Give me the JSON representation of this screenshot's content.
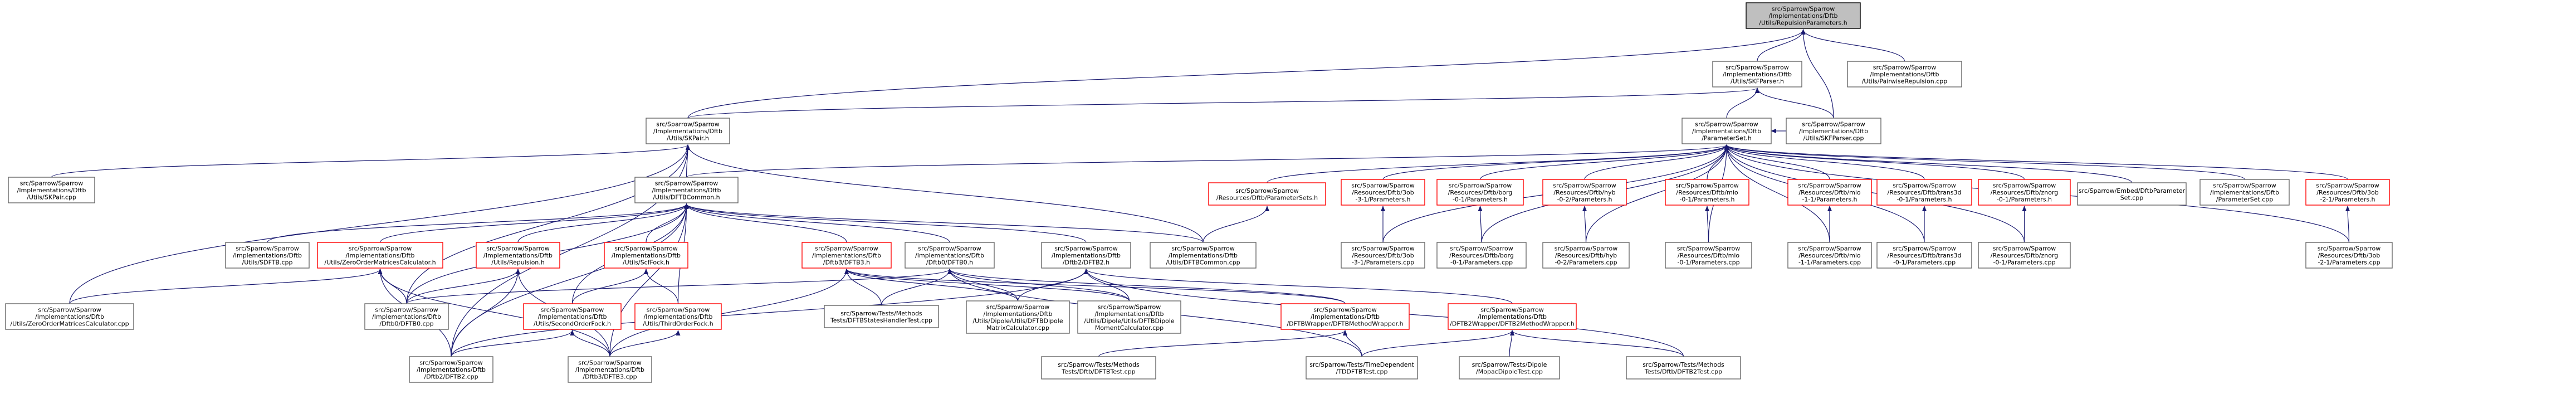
{
  "diagram": {
    "nodes": [
      {
        "id": "root",
        "lines": [
          "src/Sparrow/Sparrow",
          "/Implementations/Dftb",
          "/Utils/RepulsionParameters.h"
        ],
        "style": "root"
      },
      {
        "id": "skfparser_h",
        "lines": [
          "src/Sparrow/Sparrow",
          "/Implementations/Dftb",
          "/Utils/SKFParser.h"
        ],
        "style": "normal"
      },
      {
        "id": "pairwise_cpp",
        "lines": [
          "src/Sparrow/Sparrow",
          "/Implementations/Dftb",
          "/Utils/PairwiseRepulsion.cpp"
        ],
        "style": "normal"
      },
      {
        "id": "skpair_h",
        "lines": [
          "src/Sparrow/Sparrow",
          "/Implementations/Dftb",
          "/Utils/SKPair.h"
        ],
        "style": "normal"
      },
      {
        "id": "paramset_h",
        "lines": [
          "src/Sparrow/Sparrow",
          "/Implementations/Dftb",
          "/ParameterSet.h"
        ],
        "style": "normal"
      },
      {
        "id": "skfparser_cpp",
        "lines": [
          "src/Sparrow/Sparrow",
          "/Implementations/Dftb",
          "/Utils/SKFParser.cpp"
        ],
        "style": "normal"
      },
      {
        "id": "skpair_cpp",
        "lines": [
          "src/Sparrow/Sparrow",
          "/Implementations/Dftb",
          "/Utils/SKPair.cpp"
        ],
        "style": "normal"
      },
      {
        "id": "dftbcommon_h",
        "lines": [
          "src/Sparrow/Sparrow",
          "/Implementations/Dftb",
          "/Utils/DFTBCommon.h"
        ],
        "style": "normal"
      },
      {
        "id": "res_paramsets_h",
        "lines": [
          "src/Sparrow/Sparrow",
          "/Resources/Dftb/ParameterSets.h"
        ],
        "style": "red"
      },
      {
        "id": "mio31_h",
        "lines": [
          "src/Sparrow/Sparrow",
          "/Resources/Dftb/3ob",
          "-3-1/Parameters.h"
        ],
        "style": "red"
      },
      {
        "id": "borg01_h",
        "lines": [
          "src/Sparrow/Sparrow",
          "/Resources/Dftb/borg",
          "-0-1/Parameters.h"
        ],
        "style": "red"
      },
      {
        "id": "hyb02_h",
        "lines": [
          "src/Sparrow/Sparrow",
          "/Resources/Dftb/hyb",
          "-0-2/Parameters.h"
        ],
        "style": "red"
      },
      {
        "id": "mio01_h",
        "lines": [
          "src/Sparrow/Sparrow",
          "/Resources/Dftb/mio",
          "-0-1/Parameters.h"
        ],
        "style": "red"
      },
      {
        "id": "mio11_h",
        "lines": [
          "src/Sparrow/Sparrow",
          "/Resources/Dftb/mio",
          "-1-1/Parameters.h"
        ],
        "style": "red"
      },
      {
        "id": "trans01_h",
        "lines": [
          "src/Sparrow/Sparrow",
          "/Resources/Dftb/trans3d",
          "-0-1/Parameters.h"
        ],
        "style": "red"
      },
      {
        "id": "znorg01_h",
        "lines": [
          "src/Sparrow/Sparrow",
          "/Resources/Dftb/znorg",
          "-0-1/Parameters.h"
        ],
        "style": "red"
      },
      {
        "id": "embed_cpp",
        "lines": [
          "src/Sparrow/Embed/DftbParameter",
          "Set.cpp"
        ],
        "style": "normal"
      },
      {
        "id": "paramset_cpp",
        "lines": [
          "src/Sparrow/Sparrow",
          "/Implementations/Dftb",
          "/ParameterSet.cpp"
        ],
        "style": "normal"
      },
      {
        "id": "ob21_h",
        "lines": [
          "src/Sparrow/Sparrow",
          "/Resources/Dftb/3ob",
          "-2-1/Parameters.h"
        ],
        "style": "red"
      },
      {
        "id": "skpair_cpp_src",
        "lines": [
          "src/Sparrow/Sparrow",
          "/Implementations/Dftb",
          "/Utils/SKPair.cpp"
        ],
        "style": "normal"
      },
      {
        "id": "sdftb_cpp",
        "lines": [
          "src/Sparrow/Sparrow",
          "/Implementations/Dftb",
          "/Utils/SDFTB.cpp"
        ],
        "style": "normal"
      },
      {
        "id": "zeroorder_h",
        "lines": [
          "src/Sparrow/Sparrow",
          "/Implementations/Dftb",
          "/Utils/ZeroOrderMatricesCalculator.h"
        ],
        "style": "red"
      },
      {
        "id": "repulsion_h",
        "lines": [
          "src/Sparrow/Sparrow",
          "/Implementations/Dftb",
          "/Utils/Repulsion.h"
        ],
        "style": "red"
      },
      {
        "id": "scffock_h",
        "lines": [
          "src/Sparrow/Sparrow",
          "/Implementations/Dftb",
          "/Utils/ScfFock.h"
        ],
        "style": "red"
      },
      {
        "id": "dftb3_h",
        "lines": [
          "src/Sparrow/Sparrow",
          "/Implementations/Dftb",
          "/Dftb3/DFTB3.h"
        ],
        "style": "red"
      },
      {
        "id": "dftb0_h",
        "lines": [
          "src/Sparrow/Sparrow",
          "/Implementations/Dftb",
          "/Dftb0/DFTB0.h"
        ],
        "style": "normal"
      },
      {
        "id": "dftb2_h",
        "lines": [
          "src/Sparrow/Sparrow",
          "/Implementations/Dftb",
          "/Dftb2/DFTB2.h"
        ],
        "style": "normal"
      },
      {
        "id": "dftbcommon_cpp",
        "lines": [
          "src/Sparrow/Sparrow",
          "/Implementations/Dftb",
          "/Utils/DFTBCommon.cpp"
        ],
        "style": "normal"
      },
      {
        "id": "mio31_cpp",
        "lines": [
          "src/Sparrow/Sparrow",
          "/Resources/Dftb/3ob",
          "-3-1/Parameters.cpp"
        ],
        "style": "normal"
      },
      {
        "id": "borg01_cpp",
        "lines": [
          "src/Sparrow/Sparrow",
          "/Resources/Dftb/borg",
          "-0-1/Parameters.cpp"
        ],
        "style": "normal"
      },
      {
        "id": "hyb02_cpp",
        "lines": [
          "src/Sparrow/Sparrow",
          "/Resources/Dftb/hyb",
          "-0-2/Parameters.cpp"
        ],
        "style": "normal"
      },
      {
        "id": "mio01_cpp",
        "lines": [
          "src/Sparrow/Sparrow",
          "/Resources/Dftb/mio",
          "-0-1/Parameters.cpp"
        ],
        "style": "normal"
      },
      {
        "id": "mio11_cpp",
        "lines": [
          "src/Sparrow/Sparrow",
          "/Resources/Dftb/mio",
          "-1-1/Parameters.cpp"
        ],
        "style": "normal"
      },
      {
        "id": "trans01_cpp",
        "lines": [
          "src/Sparrow/Sparrow",
          "/Resources/Dftb/trans3d",
          "-0-1/Parameters.cpp"
        ],
        "style": "normal"
      },
      {
        "id": "znorg01_cpp",
        "lines": [
          "src/Sparrow/Sparrow",
          "/Resources/Dftb/znorg",
          "-0-1/Parameters.cpp"
        ],
        "style": "normal"
      },
      {
        "id": "ob21_cpp",
        "lines": [
          "src/Sparrow/Sparrow",
          "/Resources/Dftb/3ob",
          "-2-1/Parameters.cpp"
        ],
        "style": "normal"
      },
      {
        "id": "zeroorder_cpp",
        "lines": [
          "src/Sparrow/Sparrow",
          "/Implementations/Dftb",
          "/Utils/ZeroOrderMatricesCalculator.cpp"
        ],
        "style": "normal"
      },
      {
        "id": "dftb0_cpp",
        "lines": [
          "src/Sparrow/Sparrow",
          "/Implementations/Dftb",
          "/Dftb0/DFTB0.cpp"
        ],
        "style": "normal"
      },
      {
        "id": "second_h",
        "lines": [
          "src/Sparrow/Sparrow",
          "/Implementations/Dftb",
          "/Utils/SecondOrderFock.h"
        ],
        "style": "red"
      },
      {
        "id": "third_h",
        "lines": [
          "src/Sparrow/Sparrow",
          "/Implementations/Dftb",
          "/Utils/ThirdOrderFock.h"
        ],
        "style": "red"
      },
      {
        "id": "states_cpp",
        "lines": [
          "src/Sparrow/Tests/Methods",
          "Tests/DFTBStatesHandlerTest.cpp"
        ],
        "style": "normal"
      },
      {
        "id": "dipmat_cpp",
        "lines": [
          "src/Sparrow/Sparrow",
          "/Implementations/Dftb",
          "/Utils/Dipole/Utils/DFTBDipole",
          "MatrixCalculator.cpp"
        ],
        "style": "normal"
      },
      {
        "id": "dipmom_cpp",
        "lines": [
          "src/Sparrow/Sparrow",
          "/Implementations/Dftb",
          "/Utils/Dipole/Utils/DFTBDipole",
          "MomentCalculator.cpp"
        ],
        "style": "normal"
      },
      {
        "id": "methwrap_h",
        "lines": [
          "src/Sparrow/Sparrow",
          "/Implementations/Dftb",
          "/DFTBWrapper/DFTBMethodWrapper.h"
        ],
        "style": "red"
      },
      {
        "id": "dftb2wrap_h",
        "lines": [
          "src/Sparrow/Sparrow",
          "/Implementations/Dftb",
          "/DFTB2Wrapper/DFTB2MethodWrapper.h"
        ],
        "style": "red"
      },
      {
        "id": "dftb2_cpp",
        "lines": [
          "src/Sparrow/Sparrow",
          "/Implementations/Dftb",
          "/Dftb2/DFTB2.cpp"
        ],
        "style": "normal"
      },
      {
        "id": "dftb3_cpp",
        "lines": [
          "src/Sparrow/Sparrow",
          "/Implementations/Dftb",
          "/Dftb3/DFTB3.cpp"
        ],
        "style": "normal"
      },
      {
        "id": "dftbtest_cpp",
        "lines": [
          "src/Sparrow/Tests/Methods",
          "Tests/Dftb/DFTBTest.cpp"
        ],
        "style": "normal"
      },
      {
        "id": "tddftb_cpp",
        "lines": [
          "src/Sparrow/Tests/TimeDependent",
          "/TDDFTBTest.cpp"
        ],
        "style": "normal"
      },
      {
        "id": "mopac_cpp",
        "lines": [
          "src/Sparrow/Tests/Dipole",
          "/MopacDipoleTest.cpp"
        ],
        "style": "normal"
      },
      {
        "id": "dftb2test_cpp",
        "lines": [
          "src/Sparrow/Tests/Methods",
          "Tests/Dftb/DFTB2Test.cpp"
        ],
        "style": "normal"
      }
    ],
    "edges": [
      [
        "skfparser_h",
        "root"
      ],
      [
        "pairwise_cpp",
        "root"
      ],
      [
        "skpair_h",
        "root"
      ],
      [
        "skfparser_cpp",
        "root"
      ],
      [
        "skpair_h",
        "skfparser_h"
      ],
      [
        "paramset_h",
        "skfparser_h"
      ],
      [
        "skfparser_cpp",
        "skfparser_h"
      ],
      [
        "skfparser_cpp",
        "paramset_h"
      ],
      [
        "skpair_cpp",
        "skpair_h"
      ],
      [
        "dftbcommon_h",
        "skpair_h"
      ],
      [
        "zeroorder_cpp",
        "skpair_h"
      ],
      [
        "dftbcommon_cpp",
        "skpair_h"
      ],
      [
        "dftb0_cpp",
        "skpair_h"
      ],
      [
        "dftb2_cpp",
        "skpair_h"
      ],
      [
        "dftbcommon_h",
        "paramset_h"
      ],
      [
        "res_paramsets_h",
        "paramset_h"
      ],
      [
        "mio31_h",
        "paramset_h"
      ],
      [
        "borg01_h",
        "paramset_h"
      ],
      [
        "hyb02_h",
        "paramset_h"
      ],
      [
        "mio01_h",
        "paramset_h"
      ],
      [
        "mio11_h",
        "paramset_h"
      ],
      [
        "trans01_h",
        "paramset_h"
      ],
      [
        "znorg01_h",
        "paramset_h"
      ],
      [
        "embed_cpp",
        "paramset_h"
      ],
      [
        "paramset_cpp",
        "paramset_h"
      ],
      [
        "ob21_h",
        "paramset_h"
      ],
      [
        "mio31_cpp",
        "paramset_h"
      ],
      [
        "borg01_cpp",
        "paramset_h"
      ],
      [
        "hyb02_cpp",
        "paramset_h"
      ],
      [
        "mio01_cpp",
        "paramset_h"
      ],
      [
        "mio11_cpp",
        "paramset_h"
      ],
      [
        "trans01_cpp",
        "paramset_h"
      ],
      [
        "znorg01_cpp",
        "paramset_h"
      ],
      [
        "ob21_cpp",
        "paramset_h"
      ],
      [
        "dftbcommon_cpp",
        "res_paramsets_h"
      ],
      [
        "mio31_cpp",
        "mio31_h"
      ],
      [
        "borg01_cpp",
        "borg01_h"
      ],
      [
        "hyb02_cpp",
        "hyb02_h"
      ],
      [
        "mio01_cpp",
        "mio01_h"
      ],
      [
        "mio11_cpp",
        "mio11_h"
      ],
      [
        "trans01_cpp",
        "trans01_h"
      ],
      [
        "znorg01_cpp",
        "znorg01_h"
      ],
      [
        "ob21_cpp",
        "ob21_h"
      ],
      [
        "sdftb_cpp",
        "dftbcommon_h"
      ],
      [
        "zeroorder_h",
        "dftbcommon_h"
      ],
      [
        "repulsion_h",
        "dftbcommon_h"
      ],
      [
        "scffock_h",
        "dftbcommon_h"
      ],
      [
        "dftb3_h",
        "dftbcommon_h"
      ],
      [
        "dftb0_h",
        "dftbcommon_h"
      ],
      [
        "dftb2_h",
        "dftbcommon_h"
      ],
      [
        "dftbcommon_cpp",
        "dftbcommon_h"
      ],
      [
        "second_h",
        "dftbcommon_h"
      ],
      [
        "third_h",
        "dftbcommon_h"
      ],
      [
        "dftb0_cpp",
        "dftbcommon_h"
      ],
      [
        "dftb2_cpp",
        "dftbcommon_h"
      ],
      [
        "dftb3_cpp",
        "dftbcommon_h"
      ],
      [
        "zeroorder_cpp",
        "zeroorder_h"
      ],
      [
        "dftb0_cpp",
        "zeroorder_h"
      ],
      [
        "dftb2_cpp",
        "zeroorder_h"
      ],
      [
        "dftb3_cpp",
        "zeroorder_h"
      ],
      [
        "dftb0_cpp",
        "repulsion_h"
      ],
      [
        "dftb2_cpp",
        "repulsion_h"
      ],
      [
        "dftb3_cpp",
        "repulsion_h"
      ],
      [
        "second_h",
        "scffock_h"
      ],
      [
        "third_h",
        "scffock_h"
      ],
      [
        "dftb3_cpp",
        "dftb3_h"
      ],
      [
        "states_cpp",
        "dftb3_h"
      ],
      [
        "dipmat_cpp",
        "dftb3_h"
      ],
      [
        "dipmom_cpp",
        "dftb3_h"
      ],
      [
        "methwrap_h",
        "dftb3_h"
      ],
      [
        "dftb0_cpp",
        "dftb0_h"
      ],
      [
        "states_cpp",
        "dftb0_h"
      ],
      [
        "dipmat_cpp",
        "dftb0_h"
      ],
      [
        "dipmom_cpp",
        "dftb0_h"
      ],
      [
        "methwrap_h",
        "dftb0_h"
      ],
      [
        "tddftb_cpp",
        "dftb0_h"
      ],
      [
        "dftb2_cpp",
        "dftb2_h"
      ],
      [
        "dipmat_cpp",
        "dftb2_h"
      ],
      [
        "dipmom_cpp",
        "dftb2_h"
      ],
      [
        "dftb2wrap_h",
        "dftb2_h"
      ],
      [
        "dftb2test_cpp",
        "dftb2_h"
      ],
      [
        "dftb2_cpp",
        "second_h"
      ],
      [
        "dftb3_cpp",
        "second_h"
      ],
      [
        "dftb3_cpp",
        "third_h"
      ],
      [
        "dftbtest_cpp",
        "methwrap_h"
      ],
      [
        "tddftb_cpp",
        "methwrap_h"
      ],
      [
        "tddftb_cpp",
        "dftb2wrap_h"
      ],
      [
        "mopac_cpp",
        "dftb2wrap_h"
      ],
      [
        "dftb2test_cpp",
        "dftb2wrap_h"
      ]
    ]
  },
  "colors": {
    "edge": "#191970",
    "edge_red": "#8b1a1a",
    "node_border": "#666666",
    "node_border_red": "#ff0000",
    "node_fill": "#ffffff",
    "root_fill": "#bfbfbf",
    "root_border": "#000000"
  }
}
